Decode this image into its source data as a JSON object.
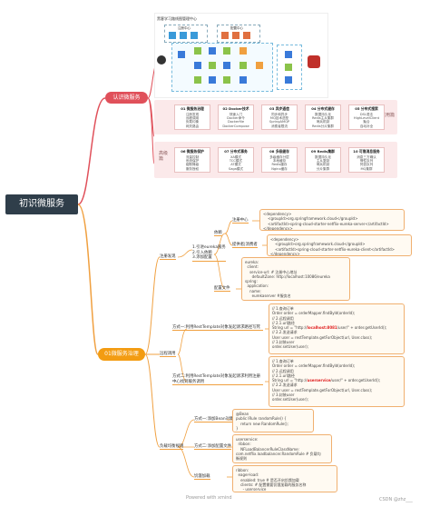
{
  "root": {
    "label": "初识微服务"
  },
  "branch_1": {
    "label": "认识微服务"
  },
  "branch_2": {
    "label": "01微服务治理"
  },
  "architecture": {
    "title": "黑客学习路线图管理中心",
    "regions": [
      "注册中心",
      "配置中心"
    ]
  },
  "practice": {
    "side_label": "实用篇",
    "cards": [
      {
        "title": "01 微服务治理",
        "desc": [
          "注册发现",
          "远程调用",
          "负载均衡",
          "网关路由"
        ]
      },
      {
        "title": "02 Docker技术",
        "desc": [
          "快速入门",
          "Docker命令",
          "Dockerfile",
          "DockerCompose"
        ]
      },
      {
        "title": "03 异步通信",
        "desc": [
          "同步和异步",
          "MQ技术选型",
          "SpringAMQP",
          "消费者限流"
        ]
      },
      {
        "title": "04 分布式缓存",
        "desc": [
          "数据持久化",
          "Redis主从集群",
          "哨兵机制",
          "Redis分片集群"
        ]
      },
      {
        "title": "05 分布式搜索",
        "desc": [
          "DSL语法",
          "HighLevelClient",
          "聚合",
          "自动补全"
        ]
      }
    ]
  },
  "advanced": {
    "side_label": "高级篇",
    "cards": [
      {
        "title": "06 微服务保护",
        "desc": [
          "流量控制",
          "系统保护",
          "熔断降级",
          "服务授权"
        ]
      },
      {
        "title": "07 分布式事务",
        "desc": [
          "XA模式",
          "TCC模式",
          "AT模式",
          "Saga模式"
        ]
      },
      {
        "title": "08 多级缓存",
        "desc": [
          "多级缓存分层",
          "本地缓存",
          "Redis缓存",
          "Nginx缓存"
        ]
      },
      {
        "title": "09 Redis集群",
        "desc": [
          "数据持久化",
          "主从复制",
          "哨兵机制",
          "分片集群"
        ]
      },
      {
        "title": "10 可靠消息服务",
        "desc": [
          "消息三方确认",
          "惰性队列",
          "死信队列",
          "MQ集群"
        ]
      }
    ]
  },
  "registry": {
    "label": "注册发现",
    "steps": "1.引进eureka服务\n2.引入依赖\n3.添加配置",
    "dependency_label": "依赖",
    "server_label": "注册中心",
    "client_label": "提供者|消费者",
    "config_label": "配置文件",
    "server_dep": "<dependency>\n    <groupId>org.springframework.cloud</groupId>\n    <artifactId>spring-cloud-starter-netflix-eureka-server</artifactId>\n</dependency>",
    "client_dep": "<dependency>\n    <groupId>org.springframework.cloud</groupId>\n    <artifactId>spring-cloud-starter-netflix-eureka-client</artifactId>\n</dependency>",
    "config": "eureka:\n  client:\n    service-url: # 注册中心地址\n      defaultZone: http://localhost:10086/eureka\nspring:\n  application:\n    name:\n      eurekaserver #服务名"
  },
  "remote_call": {
    "label": "远程调用",
    "method1_label": "方式一:利用RestTemplate对象发起请求路径写死",
    "method2_label": "方式二:利用RestTemplate对象发起请求利用注册中心找到服务调用",
    "code1_before": "// 1.查询订单\nOrder order = orderMapper.findById(orderId);\n// 2.远程调用\n// 2.1.url路径\nString url = \"http://",
    "code1_host": "localhost:8081",
    "code1_after": "/user/\" + order.getUserId();\n// 2.2.发送请求\nUser user = restTemplate.getForObject(url, User.class);\n// 3.封装user\norder.setUser(user);",
    "code2_before": "// 1.查询订单\nOrder order = orderMapper.findById(orderId);\n// 2.远程调用\n// 2.1.url路径\nString url = \"http://",
    "code2_host": "userservice",
    "code2_after": "/user/\" + order.getUserId();\n// 2.2.发送请求\nUser user = restTemplate.getForObject(url, User.class);\n// 3.封装user\norder.setUser(user);"
  },
  "load_balance": {
    "label": "负载均衡规则",
    "method1_label": "方式一:添加Bean对象",
    "method2_label": "方式二:添加配置文件",
    "lazy_label": "饥饿加载",
    "code1": "@Bean\npublic IRule randomRule() {\n    return new RandomRule();\n}",
    "code2": "userservice:\n  ribbon:\n    NFLoadBalancerRuleClassName:\ncom.netflix.loadbalancer.RandomRule # 负载均\n衡规则",
    "code3": "ribbon:\n  eager-load:\n    enabled: true # 是否开启饥饿加载\n    clients: # 配置需要饥饿加载的服务名称\n      - userservice"
  },
  "watermark": "Powered with xmind",
  "credit": "CSDN @zhz___",
  "colors": {
    "root": "#2f3e4a",
    "branch_red": "#e0505a",
    "branch_orange": "#f39c12",
    "line_red": "#e0505a",
    "line_orange": "#f0a040"
  }
}
